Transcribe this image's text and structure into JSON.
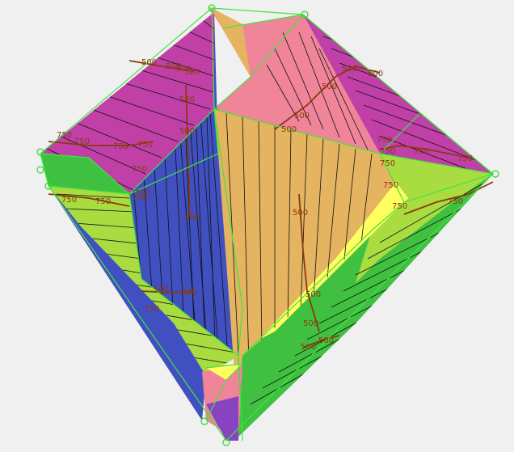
{
  "colors": {
    "background": "#f0f0f0",
    "magenta": "#c040a8",
    "pink": "#f08498",
    "blue": "#4050c0",
    "tan": "#e4b460",
    "lime": "#a8dc40",
    "green": "#40c040",
    "yellow": "#ffff60",
    "purple": "#8844c0",
    "edge": "#3fe63f",
    "contour": "#8b3a0e"
  },
  "contour_labels": [
    "500",
    "500",
    "500",
    "500",
    "500",
    "500",
    "500",
    "500",
    "500",
    "500",
    "500",
    "500",
    "500",
    "500",
    "500",
    "500",
    "500",
    "500",
    "500",
    "750",
    "750",
    "750",
    "750",
    "750",
    "750",
    "750",
    "750",
    "750",
    "750",
    "750",
    "750",
    "750",
    "750",
    "750",
    "750",
    "750",
    "750"
  ]
}
